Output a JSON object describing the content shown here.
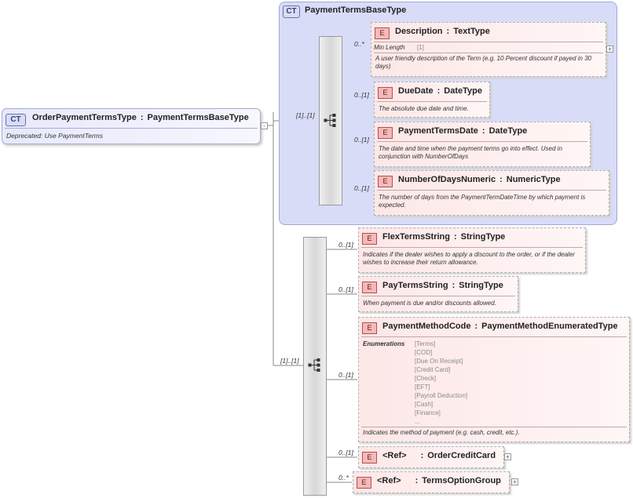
{
  "root": {
    "tag": "CT",
    "name": "OrderPaymentTermsType",
    "base_type": "PaymentTermsBaseType",
    "doc": "Deprecated: Use PaymentTerms"
  },
  "base": {
    "tag": "CT",
    "name": "PaymentTermsBaseType",
    "sequence_cardinality": "[1]..[1]",
    "elements": [
      {
        "tag": "E",
        "name": "Description",
        "type": "TextType",
        "cardinality": "0..*",
        "facet_label": "Min Length",
        "facet_value": "[1]",
        "doc": "A user friendly description of the Term (e.g. 10 Percent discount if payed in 30 days)"
      },
      {
        "tag": "E",
        "name": "DueDate",
        "type": "DateType",
        "cardinality": "0..[1]",
        "doc": "The absolute due date and time."
      },
      {
        "tag": "E",
        "name": "PaymentTermsDate",
        "type": "DateType",
        "cardinality": "0..[1]",
        "doc": "The date and time when the payment terms go into effect. Used in conjunction with NumberOfDays"
      },
      {
        "tag": "E",
        "name": "NumberOfDaysNumeric",
        "type": "NumericType",
        "cardinality": "0..[1]",
        "doc": "The number of days from the PaymentTermDateTime by which payment is expected."
      }
    ]
  },
  "extension": {
    "sequence_cardinality": "[1]..[1]",
    "elements": [
      {
        "tag": "E",
        "name": "FlexTermsString",
        "type": "StringType",
        "cardinality": "0..[1]",
        "doc": "Indicates if the dealer wishes to apply a discount to the order, or if the dealer wishes to increase their return allowance."
      },
      {
        "tag": "E",
        "name": "PayTermsString",
        "type": "StringType",
        "cardinality": "0..[1]",
        "doc": "When payment is due and/or discounts allowed."
      },
      {
        "tag": "E",
        "name": "PaymentMethodCode",
        "type": "PaymentMethodEnumeratedType",
        "cardinality": "0..[1]",
        "enum_label": "Enumerations",
        "enumerations": [
          "[Terms]",
          "[COD]",
          "[Due On Receipt]",
          "[Credit Card]",
          "[Check]",
          "[EFT]",
          "[Payroll Deduction]",
          "[Cash]",
          "[Finance]",
          "..."
        ],
        "doc": "Indicates the method of payment (e.g. cash, credit, etc.)."
      },
      {
        "tag": "E",
        "name": "<Ref>",
        "type": "OrderCreditCard",
        "cardinality": "0..[1]"
      },
      {
        "tag": "E",
        "name": "<Ref>",
        "type": "TermsOptionGroup",
        "cardinality": "0..*"
      }
    ]
  },
  "colors": {
    "complex_type_fill": "#d9dcf7",
    "element_fill": "#fde7e7",
    "element_tag": "#f5b9b9"
  },
  "icons": [
    "sequence-icon",
    "expand-plus-icon"
  ]
}
